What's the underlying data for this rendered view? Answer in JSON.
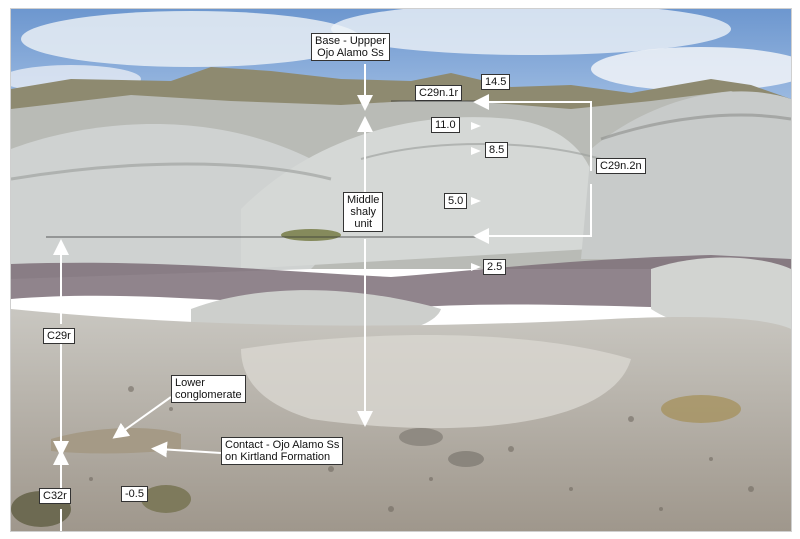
{
  "labels": {
    "base_upper": "Base - Uppper\nOjo Alamo Ss",
    "c29n1r": "C29n.1r",
    "c29n2n": "C29n.2n",
    "middle_shaly": "Middle\nshaly\nunit",
    "c29r": "C29r",
    "lower_conglomerate": "Lower\nconglomerate",
    "contact": "Contact - Ojo Alamo Ss\non Kirtland Formation",
    "c32r": "C32r"
  },
  "levels": [
    "14.5",
    "11.0",
    "8.5",
    "5.0",
    "2.5",
    "-0.5"
  ],
  "colors": {
    "sky": "#8fb3dc",
    "cloud": "#e9eef5",
    "badland_light": "#cfd2d1",
    "badland_shadow": "#a9aca9",
    "purple_band": "#7d6f78",
    "vegetation": "#8a8a6a",
    "gravel": "#b7aea2",
    "arrow": "#ffffff"
  }
}
